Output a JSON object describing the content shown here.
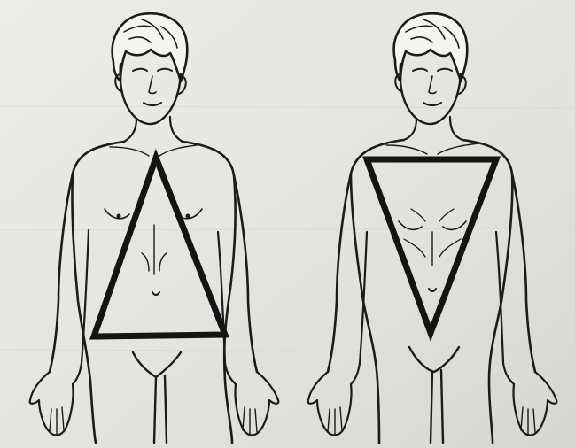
{
  "illustration": {
    "figures": [
      {
        "name": "triangle-body-shape-figure",
        "shape": "upward-triangle"
      },
      {
        "name": "inverted-triangle-body-shape-figure",
        "shape": "downward-triangle"
      }
    ],
    "colors": {
      "paper": "#e4e5e0",
      "ink": "#1b1b1b",
      "shadow": "#cfd0cb"
    }
  }
}
